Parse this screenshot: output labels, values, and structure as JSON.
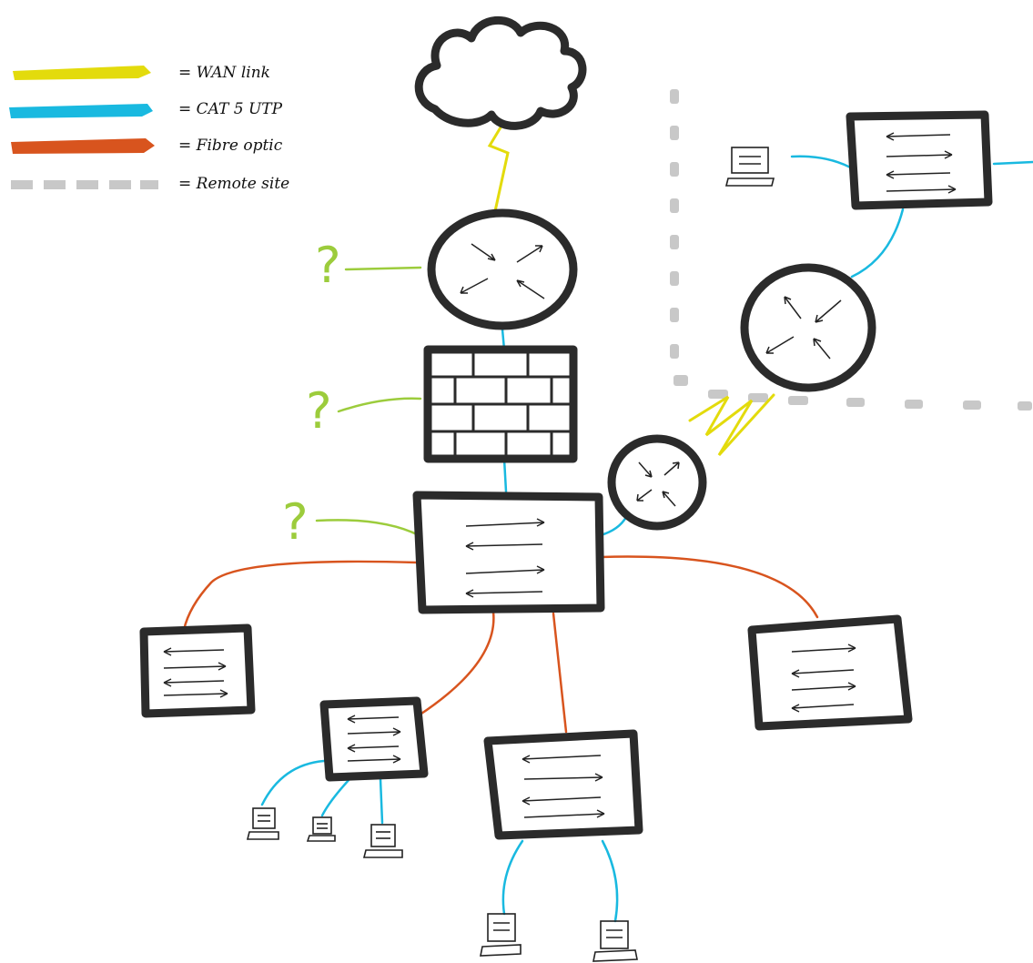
{
  "legend": [
    {
      "label": "WAN link",
      "color": "#e3db0c",
      "style": "solid"
    },
    {
      "label": "CAT 5 UTP",
      "color": "#19b9e0",
      "style": "solid"
    },
    {
      "label": "Fibre optic",
      "color": "#d8541e",
      "style": "solid"
    },
    {
      "label": "Remote site",
      "color": "#c8c8c8",
      "style": "dashed"
    }
  ],
  "unknown_marker": "?",
  "colors": {
    "wan": "#e3db0c",
    "cat5": "#19b9e0",
    "fibre": "#d8541e",
    "unknown": "#9ccc3c",
    "remote_boundary": "#c8c8c8",
    "device_outline": "#2b2b2b"
  },
  "devices": [
    {
      "name": "internet-cloud",
      "type": "cloud"
    },
    {
      "name": "edge-router",
      "type": "router"
    },
    {
      "name": "firewall",
      "type": "firewall"
    },
    {
      "name": "core-switch",
      "type": "switch"
    },
    {
      "name": "wan-router",
      "type": "router"
    },
    {
      "name": "remote-router",
      "type": "router"
    },
    {
      "name": "remote-switch",
      "type": "switch"
    },
    {
      "name": "remote-workstation",
      "type": "workstation"
    },
    {
      "name": "distribution-switch-left",
      "type": "switch"
    },
    {
      "name": "distribution-switch-right",
      "type": "switch"
    },
    {
      "name": "access-switch-1",
      "type": "switch"
    },
    {
      "name": "access-switch-2",
      "type": "switch"
    },
    {
      "name": "workstation-1",
      "type": "workstation"
    },
    {
      "name": "workstation-2",
      "type": "workstation"
    },
    {
      "name": "workstation-3",
      "type": "workstation"
    },
    {
      "name": "workstation-4",
      "type": "workstation"
    },
    {
      "name": "workstation-5",
      "type": "workstation"
    }
  ]
}
